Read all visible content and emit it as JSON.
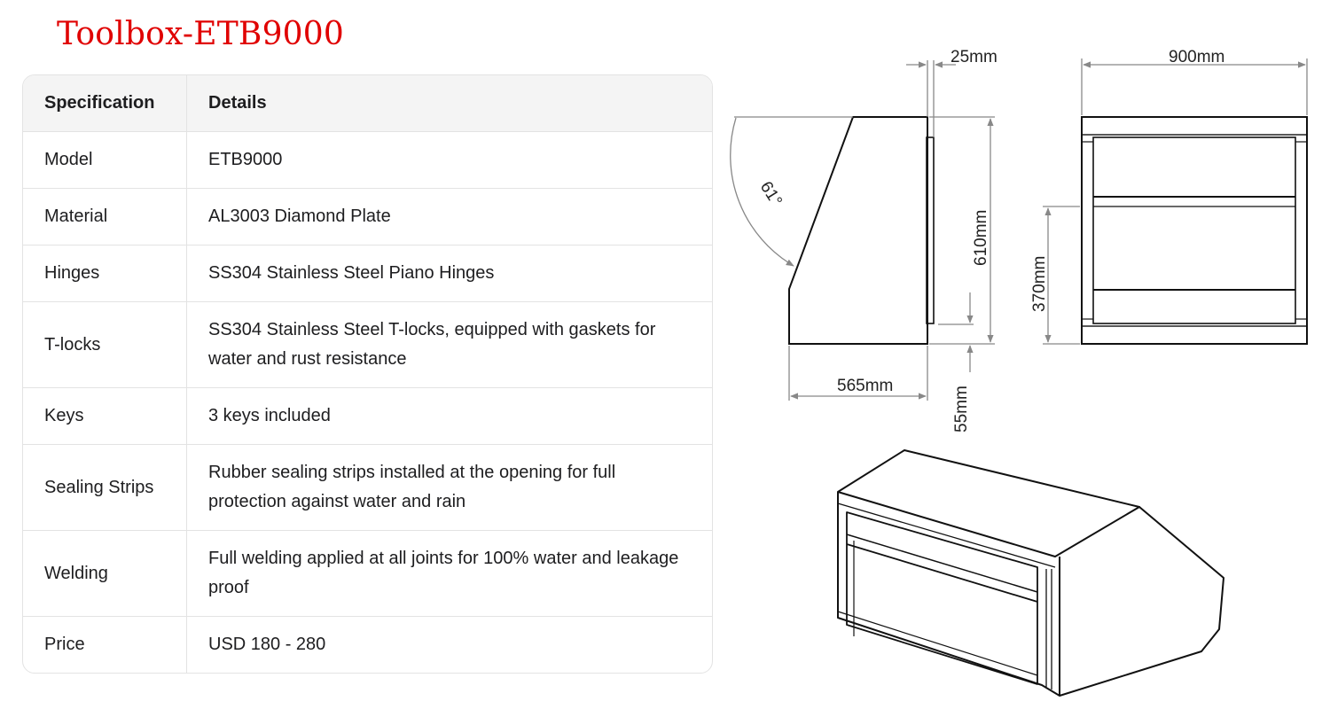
{
  "title": "Toolbox-ETB9000",
  "table": {
    "headers": [
      "Specification",
      "Details"
    ],
    "rows": [
      {
        "spec": "Model",
        "details": "ETB9000"
      },
      {
        "spec": "Material",
        "details": "AL3003 Diamond Plate"
      },
      {
        "spec": "Hinges",
        "details": "SS304 Stainless Steel Piano Hinges"
      },
      {
        "spec": "T-locks",
        "details": "SS304 Stainless Steel T-locks, equipped with gaskets for water and rust resistance"
      },
      {
        "spec": "Keys",
        "details": "3 keys included"
      },
      {
        "spec": "Sealing Strips",
        "details": "Rubber sealing strips installed at the opening for full protection against water and rain"
      },
      {
        "spec": "Welding",
        "details": "Full welding applied at all joints for 100% water and leakage proof"
      },
      {
        "spec": "Price",
        "details": "USD 180 - 280"
      }
    ]
  },
  "drawing": {
    "dimensions": {
      "top_depth": "25mm",
      "width": "900mm",
      "angle": "61°",
      "height": "610mm",
      "depth": "565mm",
      "bottom": "55mm",
      "front_height": "370mm"
    }
  }
}
